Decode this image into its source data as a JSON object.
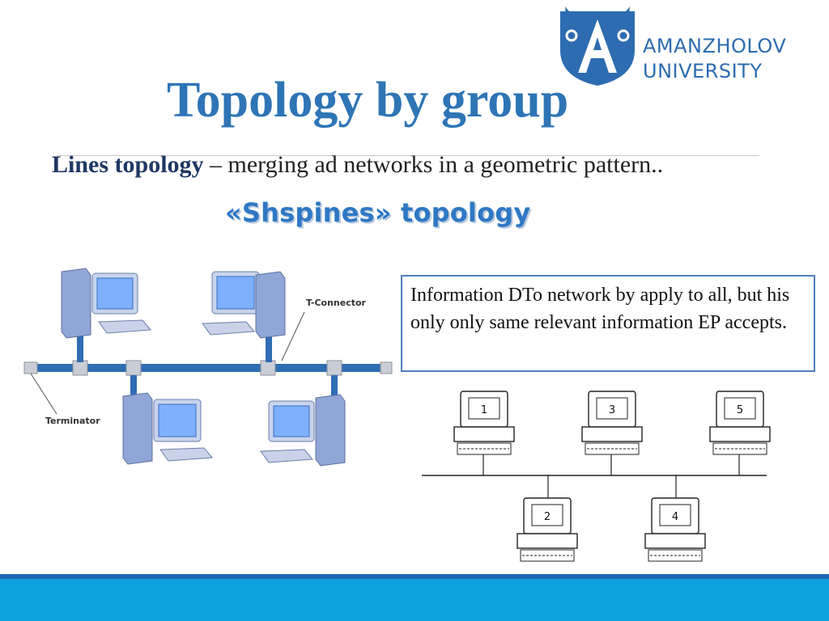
{
  "logo": {
    "line1": "AMANZHOLOV",
    "line2": "UNIVERSITY",
    "brand_color": "#2d6cb0"
  },
  "slide": {
    "title": "Topology by group",
    "subtitle_bold": "Lines topology",
    "subtitle_rest": " –  merging ad networks in a geometric pattern..",
    "section_heading": "«Shspines» topology",
    "info_box": "Information DTo network by apply to all, but his only only same relevant information  EP accepts."
  },
  "bus_diagram": {
    "labels": {
      "t_connector": "T-Connector",
      "terminator": "Terminator"
    },
    "cable_color": "#2f6db5"
  },
  "numbered_diagram": {
    "computers": [
      "1",
      "3",
      "5",
      "2",
      "4"
    ]
  },
  "colors": {
    "title": "#2e75b6",
    "footer": "#0fa0e0",
    "footer_band": "#1f67b2",
    "info_border": "#4f81bd"
  }
}
